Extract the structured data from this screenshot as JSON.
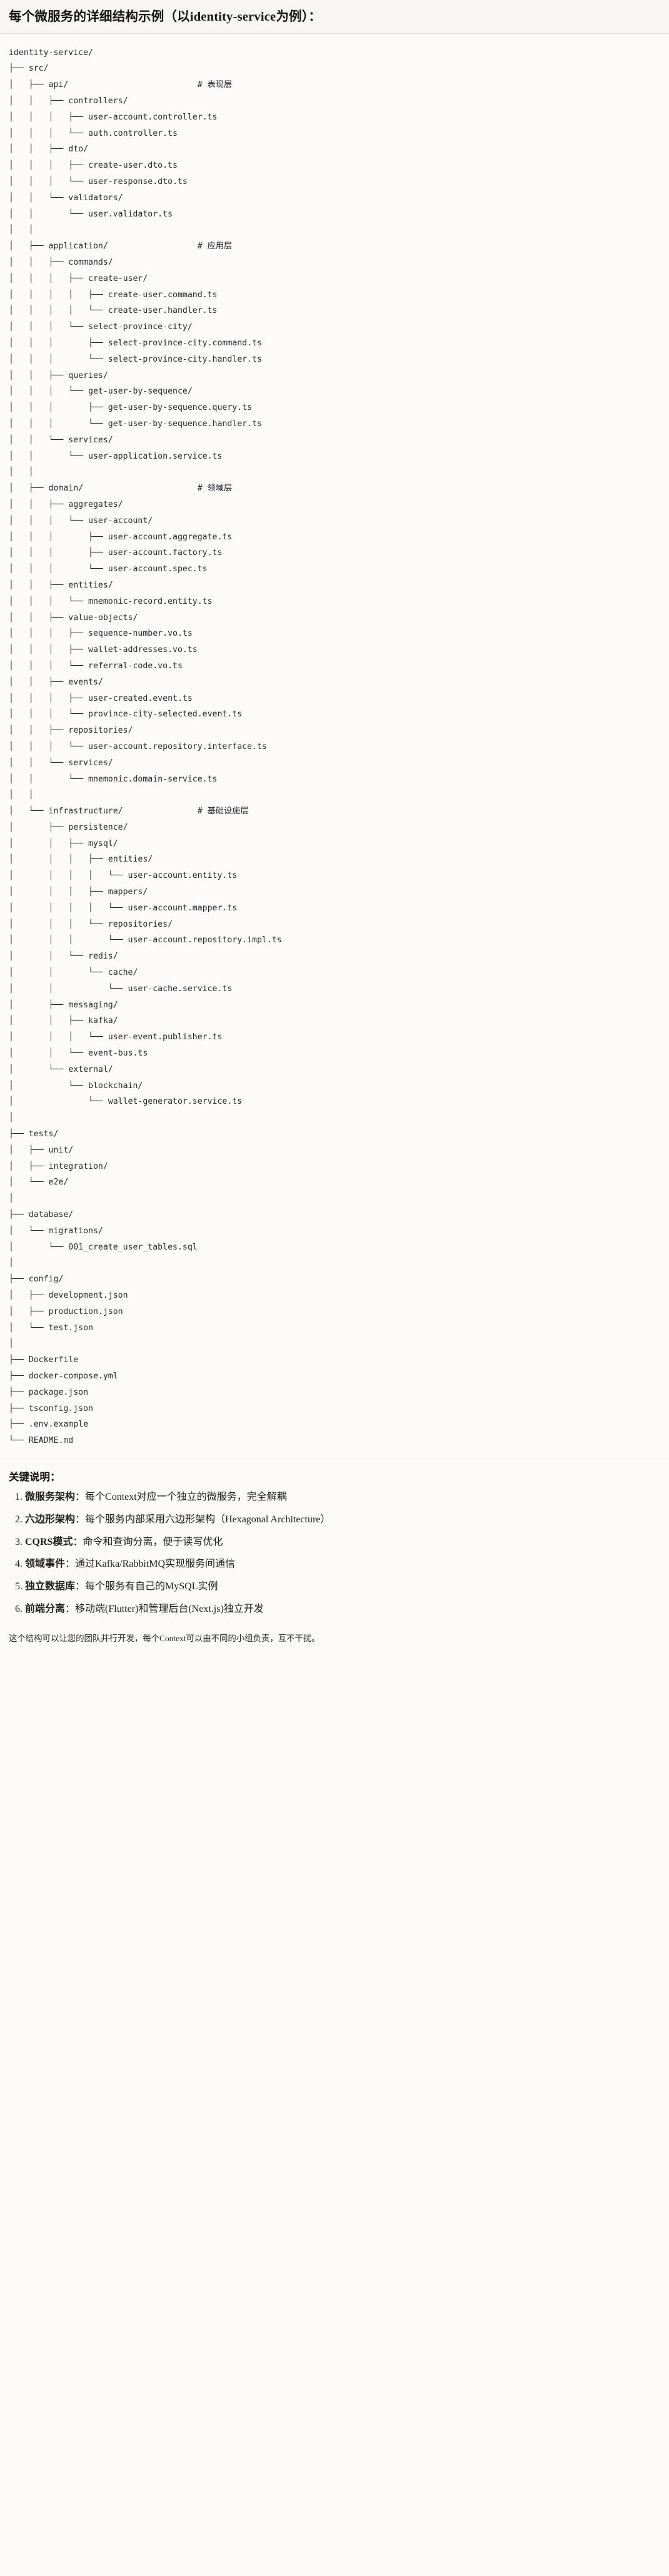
{
  "document": {
    "title": "每个微服务的详细结构示例（以identity-service为例）："
  },
  "tree": {
    "root_label": "identity-service/",
    "comments": {
      "api": "# 表现层",
      "application": "# 应用层",
      "domain": "# 领域层",
      "infrastructure": "# 基础设施层"
    },
    "text": "identity-service/\n├── src/\n│   ├── api/                          # 表现层\n│   │   ├── controllers/\n│   │   │   ├── user-account.controller.ts\n│   │   │   └── auth.controller.ts\n│   │   ├── dto/\n│   │   │   ├── create-user.dto.ts\n│   │   │   └── user-response.dto.ts\n│   │   └── validators/\n│   │       └── user.validator.ts\n│   │\n│   ├── application/                  # 应用层\n│   │   ├── commands/\n│   │   │   ├── create-user/\n│   │   │   │   ├── create-user.command.ts\n│   │   │   │   └── create-user.handler.ts\n│   │   │   └── select-province-city/\n│   │   │       ├── select-province-city.command.ts\n│   │   │       └── select-province-city.handler.ts\n│   │   ├── queries/\n│   │   │   └── get-user-by-sequence/\n│   │   │       ├── get-user-by-sequence.query.ts\n│   │   │       └── get-user-by-sequence.handler.ts\n│   │   └── services/\n│   │       └── user-application.service.ts\n│   │\n│   ├── domain/                       # 领域层\n│   │   ├── aggregates/\n│   │   │   └── user-account/\n│   │   │       ├── user-account.aggregate.ts\n│   │   │       ├── user-account.factory.ts\n│   │   │       └── user-account.spec.ts\n│   │   ├── entities/\n│   │   │   └── mnemonic-record.entity.ts\n│   │   ├── value-objects/\n│   │   │   ├── sequence-number.vo.ts\n│   │   │   ├── wallet-addresses.vo.ts\n│   │   │   └── referral-code.vo.ts\n│   │   ├── events/\n│   │   │   ├── user-created.event.ts\n│   │   │   └── province-city-selected.event.ts\n│   │   ├── repositories/\n│   │   │   └── user-account.repository.interface.ts\n│   │   └── services/\n│   │       └── mnemonic.domain-service.ts\n│   │\n│   └── infrastructure/               # 基础设施层\n│       ├── persistence/\n│       │   ├── mysql/\n│       │   │   ├── entities/\n│       │   │   │   └── user-account.entity.ts\n│       │   │   ├── mappers/\n│       │   │   │   └── user-account.mapper.ts\n│       │   │   └── repositories/\n│       │   │       └── user-account.repository.impl.ts\n│       │   └── redis/\n│       │       └── cache/\n│       │           └── user-cache.service.ts\n│       ├── messaging/\n│       │   ├── kafka/\n│       │   │   └── user-event.publisher.ts\n│       │   └── event-bus.ts\n│       └── external/\n│           └── blockchain/\n│               └── wallet-generator.service.ts\n│\n├── tests/\n│   ├── unit/\n│   ├── integration/\n│   └── e2e/\n│\n├── database/\n│   └── migrations/\n│       └── 001_create_user_tables.sql\n│\n├── config/\n│   ├── development.json\n│   ├── production.json\n│   └── test.json\n│\n├── Dockerfile\n├── docker-compose.yml\n├── package.json\n├── tsconfig.json\n├── .env.example\n└── README.md"
  },
  "key_points": {
    "heading": "关键说明：",
    "items": [
      {
        "term": "微服务架构",
        "sep": "：",
        "desc": "每个Context对应一个独立的微服务，完全解耦"
      },
      {
        "term": "六边形架构",
        "sep": "：",
        "desc": "每个服务内部采用六边形架构（Hexagonal Architecture）"
      },
      {
        "term": "CQRS模式",
        "sep": "：",
        "desc": "命令和查询分离，便于读写优化"
      },
      {
        "term": "领域事件",
        "sep": "：",
        "desc": "通过Kafka/RabbitMQ实现服务间通信"
      },
      {
        "term": "独立数据库",
        "sep": "：",
        "desc": "每个服务有自己的MySQL实例"
      },
      {
        "term": "前端分离",
        "sep": "：",
        "desc": "移动端(Flutter)和管理后台(Next.js)独立开发"
      }
    ]
  },
  "closing": {
    "text": "这个结构可以让您的团队并行开发，每个Context可以由不同的小组负责，互不干扰。"
  }
}
